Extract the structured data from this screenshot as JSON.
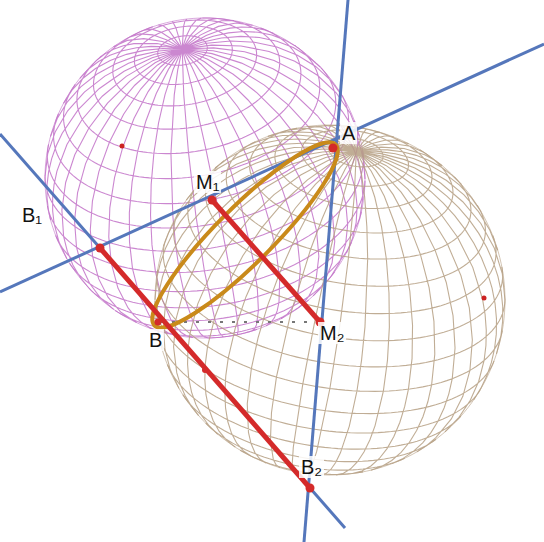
{
  "diagram": {
    "labels": [
      "A",
      "M₁",
      "B₁",
      "B",
      "M₂",
      "B₂"
    ]
  }
}
